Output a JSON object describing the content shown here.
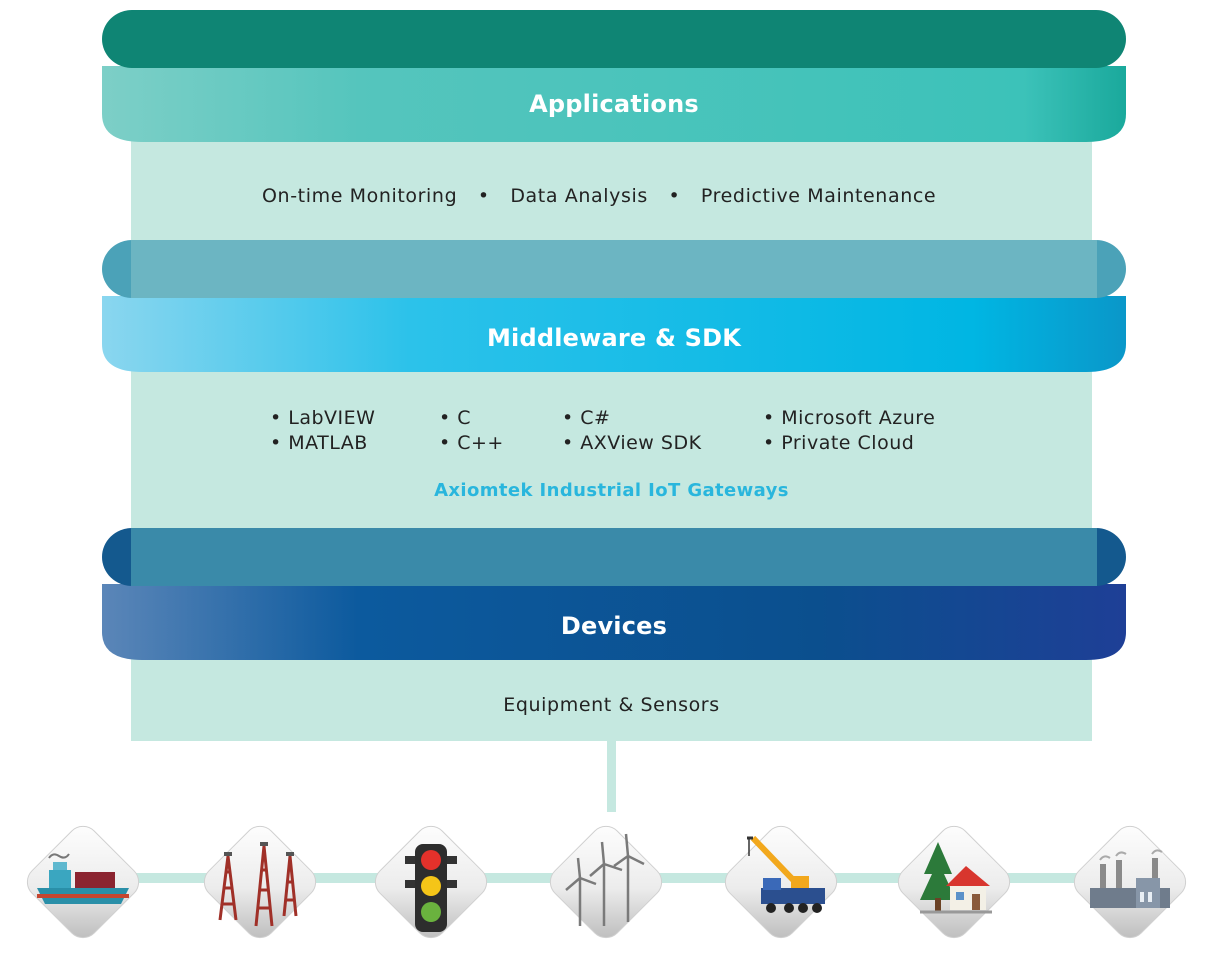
{
  "layers": {
    "applications": {
      "title": "Applications",
      "items": [
        "On-time Monitoring",
        "Data Analysis",
        "Predictive Maintenance"
      ],
      "separator": "•"
    },
    "middleware": {
      "title": "Middleware & SDK",
      "items": [
        "• LabVIEW",
        "• MATLAB",
        "• C",
        "• C++",
        "• C#",
        "• AXView SDK",
        "• Microsoft Azure",
        "• Private Cloud"
      ],
      "gateway_label": "Axiomtek Industrial IoT Gateways"
    },
    "devices": {
      "title": "Devices",
      "subtitle": "Equipment & Sensors"
    }
  },
  "device_icons": [
    "ship-icon",
    "oil-rig-icon",
    "traffic-light-icon",
    "wind-turbine-icon",
    "crane-truck-icon",
    "house-icon",
    "factory-icon"
  ],
  "colors": {
    "panel": "#c5e8e0",
    "applications_band": "#3fbfb3",
    "middleware_band": "#00b8e6",
    "devices_band": "#0d4f8f",
    "gateway_text": "#29b6dd"
  }
}
